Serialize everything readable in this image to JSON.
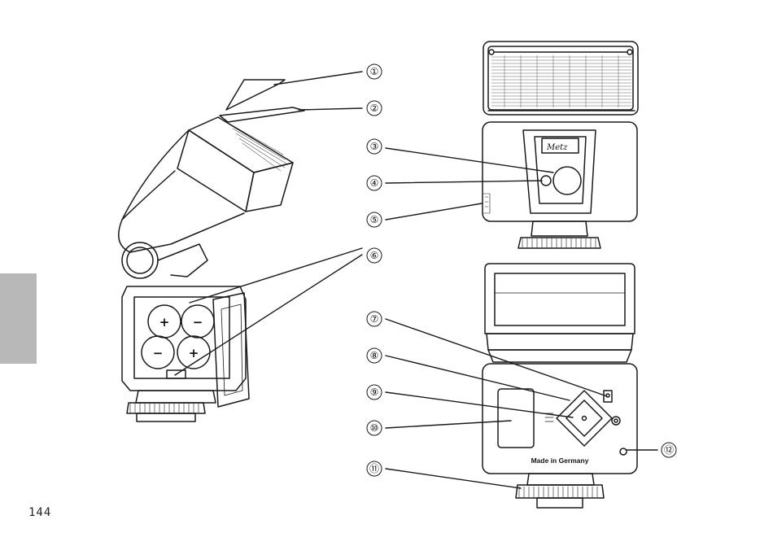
{
  "page": {
    "number": "144"
  },
  "callouts": [
    {
      "label": "①"
    },
    {
      "label": "②"
    },
    {
      "label": "③"
    },
    {
      "label": "④"
    },
    {
      "label": "⑤"
    },
    {
      "label": "⑥"
    },
    {
      "label": "⑦"
    },
    {
      "label": "⑧"
    },
    {
      "label": "⑨"
    },
    {
      "label": "⑩"
    },
    {
      "label": "⑪"
    },
    {
      "label": "⑫"
    }
  ],
  "device": {
    "back_label": "Made in Germany",
    "brand_logo": "Metz"
  },
  "battery_polarity": [
    "+",
    "−",
    "−",
    "+"
  ],
  "icons": [
    "flash-head",
    "battery-compartment",
    "mode-button",
    "hot-shoe-foot"
  ]
}
